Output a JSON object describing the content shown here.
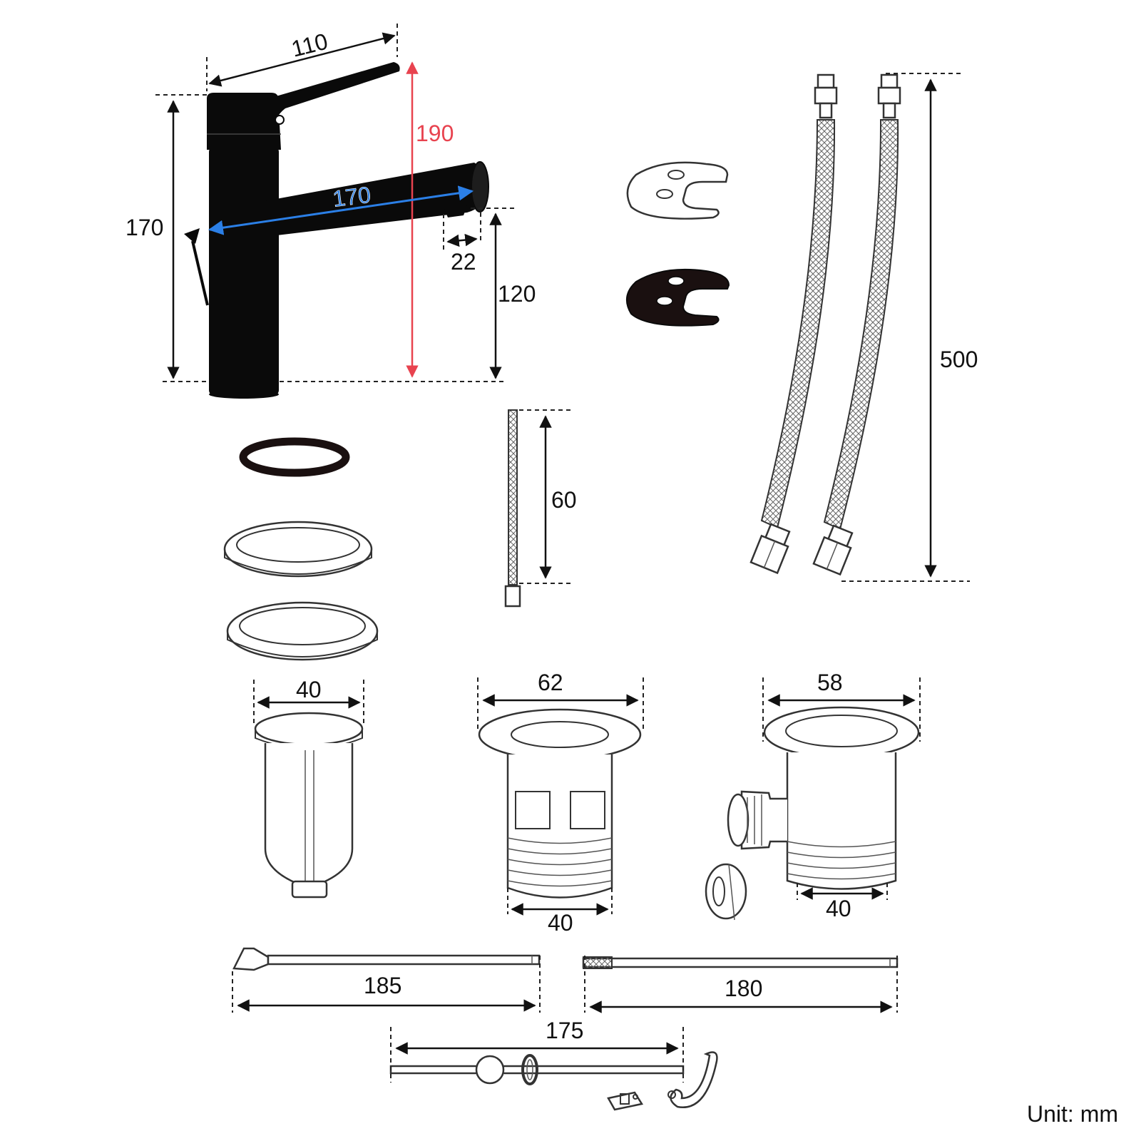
{
  "colors": {
    "ink": "#111111",
    "faucet": "#0a0a0a",
    "red": "#e8434f",
    "blue": "#2b7fe6"
  },
  "dims": {
    "handle_reach": "110",
    "overall_height": "190",
    "body_height": "170",
    "spout_reach": "170",
    "aerator": "22",
    "spout_height": "120",
    "hose_length": "500",
    "stud_length": "60",
    "plug_diameter": "40",
    "pop_flange": "62",
    "pop_body": "40",
    "waste_flange": "58",
    "waste_body": "40",
    "lift_rod": "185",
    "rod_180": "180",
    "pivot_rod": "175"
  },
  "unit_label": "Unit: mm"
}
